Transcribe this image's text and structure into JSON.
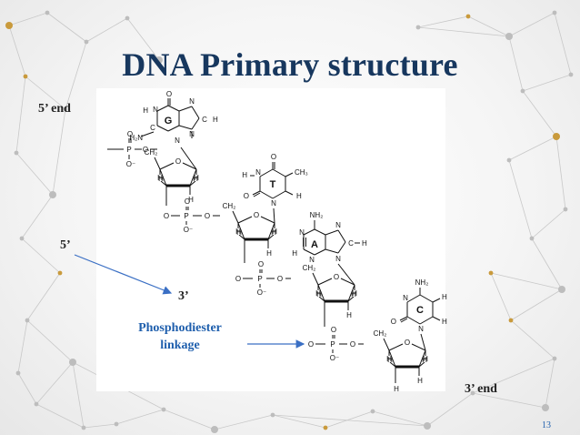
{
  "slide": {
    "title": "DNA Primary structure",
    "labels": {
      "five_prime_end": "5’ end",
      "five_prime": "5’",
      "three_prime": "3’",
      "linkage_line1": "Phosphodiester",
      "linkage_line2": "linkage",
      "three_prime_end": "3’ end"
    },
    "page_number": "13"
  },
  "structure": {
    "bases": [
      "G",
      "T",
      "A",
      "C"
    ],
    "atoms": {
      "O": "O",
      "O_minus": "O⁻",
      "P": "P",
      "CH2": "CH₂",
      "H": "H",
      "N": "N",
      "C": "C",
      "NH2": "NH₂",
      "H2N": "H₂N",
      "CH3": "CH₃"
    }
  },
  "colors": {
    "title": "#17375e",
    "accent_text": "#1f5fad",
    "arrow": "#3a6fc4"
  }
}
